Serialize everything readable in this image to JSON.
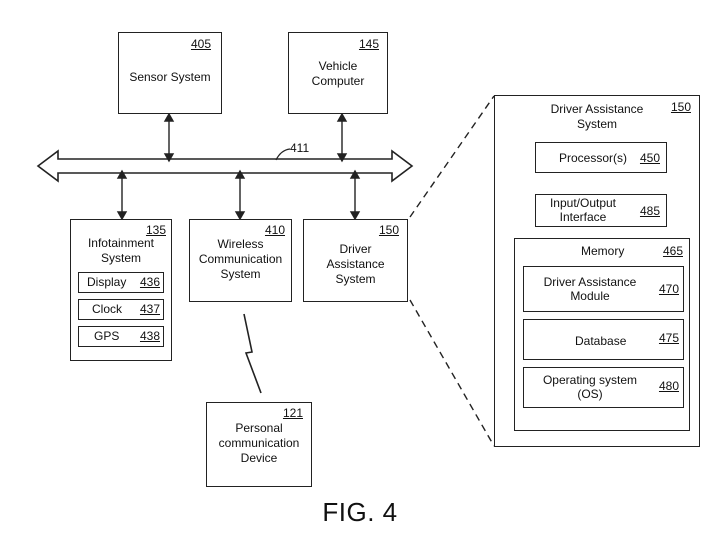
{
  "sensor_system": {
    "label": "Sensor System",
    "ref": "405"
  },
  "vehicle_computer": {
    "label": "Vehicle\nComputer",
    "ref": "145"
  },
  "bus": {
    "ref": "411"
  },
  "infotainment": {
    "label": "Infotainment\nSystem",
    "ref": "135",
    "items": [
      {
        "label": "Display",
        "ref": "436"
      },
      {
        "label": "Clock",
        "ref": "437"
      },
      {
        "label": "GPS",
        "ref": "438"
      }
    ]
  },
  "wireless": {
    "label": "Wireless\nCommunication\nSystem",
    "ref": "410"
  },
  "das_small": {
    "label": "Driver\nAssistance\nSystem",
    "ref": "150"
  },
  "personal_device": {
    "label": "Personal\ncommunication\nDevice",
    "ref": "121"
  },
  "das_detail": {
    "title": "Driver Assistance\nSystem",
    "ref": "150",
    "processor": {
      "label": "Processor(s)",
      "ref": "450"
    },
    "io": {
      "label": "Input/Output\nInterface",
      "ref": "485"
    },
    "memory": {
      "label": "Memory",
      "ref": "465",
      "module": {
        "label": "Driver Assistance\nModule",
        "ref": "470"
      },
      "database": {
        "label": "Database",
        "ref": "475"
      },
      "os": {
        "label": "Operating system\n(OS)",
        "ref": "480"
      }
    }
  },
  "figure_label": "FIG. 4"
}
